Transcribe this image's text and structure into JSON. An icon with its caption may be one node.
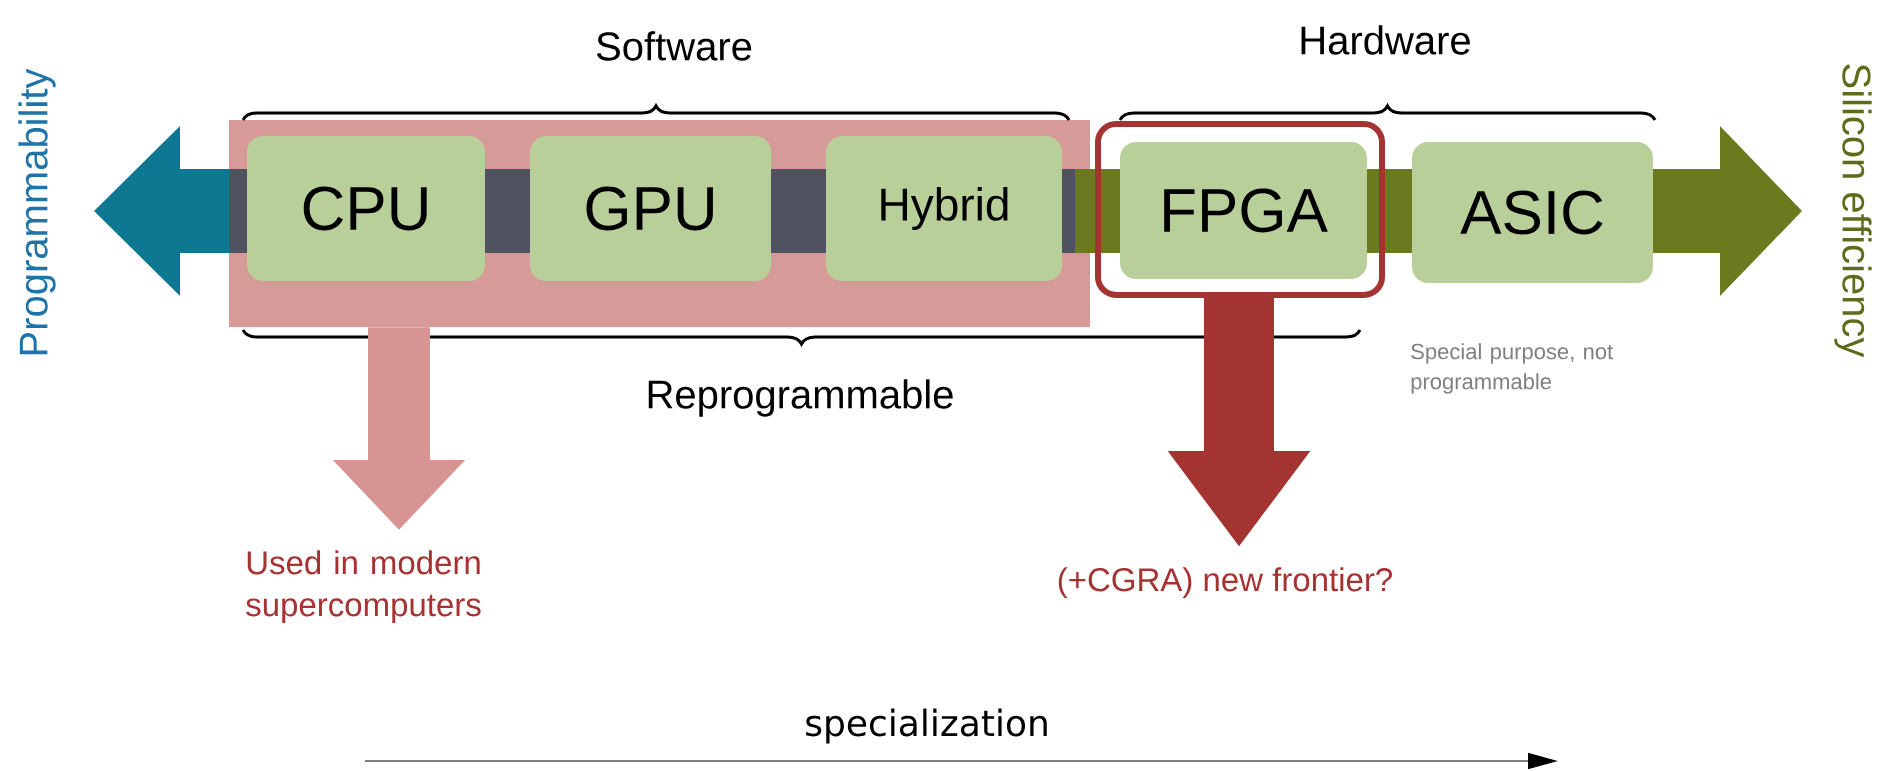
{
  "diagram": {
    "nodes": [
      {
        "text": [],
        "shape": "box"
      },
      {
        "text": [
          "CPU"
        ],
        "in": 0
      },
      {
        "text": [
          "GPU"
        ],
        "in": 0
      },
      {
        "text": [
          "Hybrid"
        ],
        "in": 0
      },
      {
        "text": [
          "FPGA"
        ]
      },
      {
        "text": [
          "ASIC"
        ],
        "beside": [
          "Special purpose, not programmable"
        ]
      },
      {
        "text": [
          "Used in modern supercomputers"
        ]
      },
      {
        "text": [
          "(+CGRA) new frontier?"
        ]
      }
    ],
    "edges": [
      {
        "from": 0,
        "to": 6,
        "arrow": "to",
        "color": "#d69593"
      },
      {
        "from": 4,
        "to": 7,
        "arrow": "to",
        "color": "#a33431"
      }
    ],
    "labels": [
      "Software",
      "Hardware",
      "Reprogrammable",
      "Programmability",
      "Silicon efficiency",
      "specialization"
    ]
  }
}
